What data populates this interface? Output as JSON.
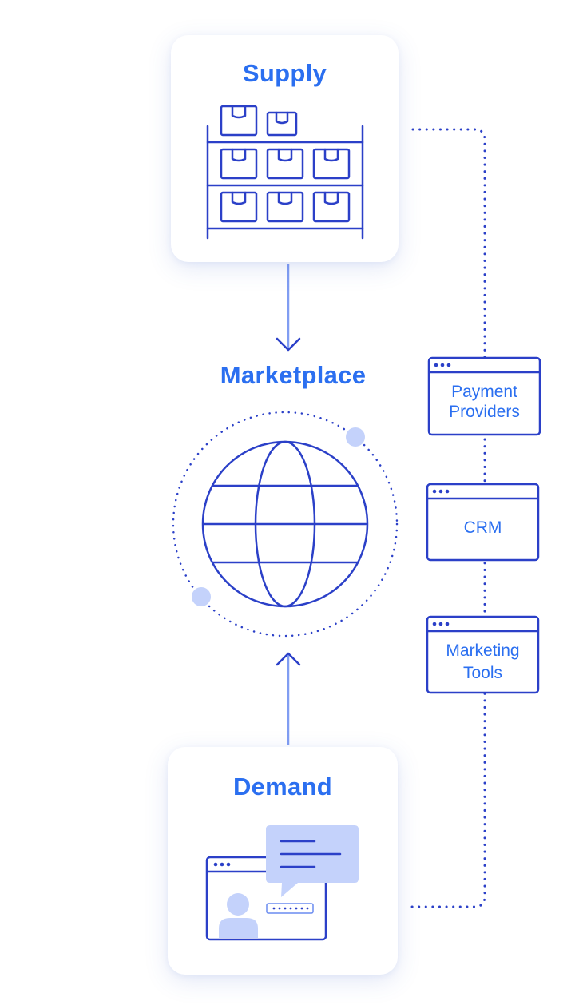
{
  "supply": {
    "title": "Supply"
  },
  "marketplace": {
    "title": "Marketplace"
  },
  "demand": {
    "title": "Demand"
  },
  "tools": {
    "payment": {
      "line1": "Payment",
      "line2": "Providers"
    },
    "crm": {
      "label": "CRM"
    },
    "marketing": {
      "line1": "Marketing",
      "line2": "Tools"
    }
  },
  "colors": {
    "primary": "#2b6ff0",
    "line": "#2b40c8",
    "light": "#c4d2fb"
  }
}
